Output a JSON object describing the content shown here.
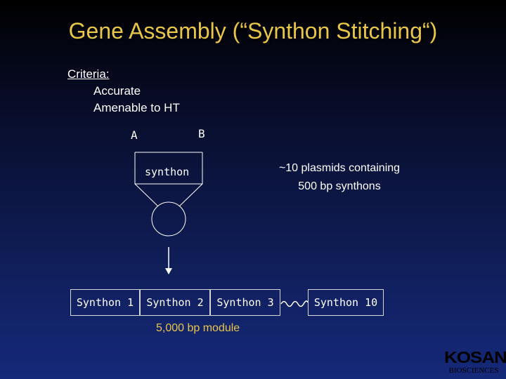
{
  "slide": {
    "title": "Gene Assembly (“Synthon Stitching“)",
    "criteria_heading": "Criteria:",
    "criteria": [
      "Accurate",
      "Amenable to HT"
    ],
    "label_a": "A",
    "label_b": "B",
    "synthon_label": "synthon",
    "plasmid_note_line1": "~10 plasmids containing",
    "plasmid_note_line2": "500 bp synthons",
    "synthons": [
      "Synthon 1",
      "Synthon 2",
      "Synthon 3",
      "Synthon 10"
    ],
    "module_label": "5,000 bp module",
    "logo_word": "KOSAN",
    "logo_sub": "BIOSCIENCES"
  },
  "colors": {
    "title": "#e8c64a",
    "module_label": "#e8c64a",
    "text": "#ffffff",
    "lines": "#ffffff",
    "box_border": "#d7d7d7"
  }
}
